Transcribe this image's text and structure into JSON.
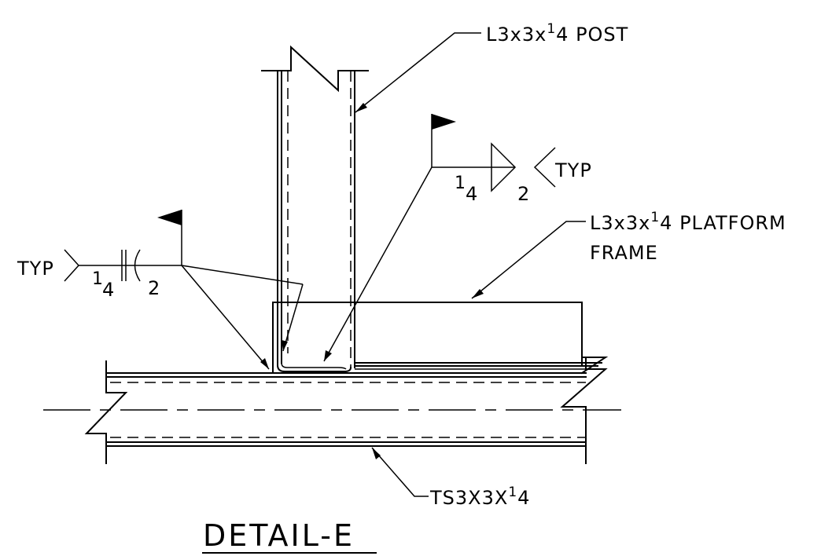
{
  "title": "DETAIL-E",
  "callouts": {
    "post": {
      "text": "L3x3x",
      "frac_num": "1",
      "frac_den": "4",
      "suffix": " POST"
    },
    "frame": {
      "text": "L3x3x",
      "frac_num": "1",
      "frac_den": "4",
      "suffix": " PLATFORM",
      "line2": "FRAME"
    },
    "tube": {
      "text": "TS3X3X",
      "frac_num": "1",
      "frac_den": "4"
    }
  },
  "weld_right": {
    "size_num": "1",
    "size_den": "4",
    "length": "2",
    "tail": "TYP"
  },
  "weld_left": {
    "size_num": "1",
    "size_den": "4",
    "length": "2",
    "tail": "TYP"
  }
}
